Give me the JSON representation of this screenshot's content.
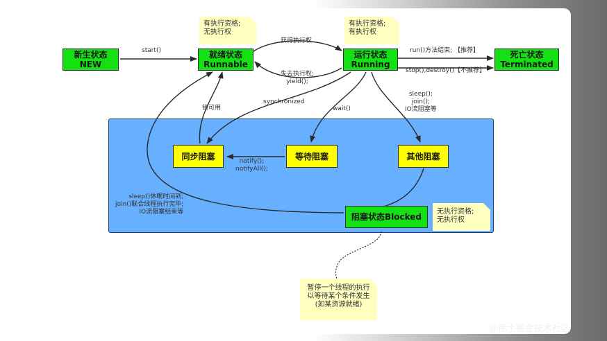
{
  "states": {
    "new": {
      "line1": "新生状态",
      "line2": "NEW"
    },
    "runnable": {
      "line1": "就绪状态",
      "line2": "Runnable"
    },
    "running": {
      "line1": "运行状态",
      "line2": "Running"
    },
    "terminated": {
      "line1": "死亡状态",
      "line2": "Terminated"
    },
    "sync_blocked": {
      "label": "同步阻塞"
    },
    "wait_blocked": {
      "label": "等待阻塞"
    },
    "other_blocked": {
      "label": "其他阻塞"
    },
    "blocked": {
      "label": "阻塞状态Blocked"
    }
  },
  "notes": {
    "runnable": [
      "有执行资格;",
      "无执行权"
    ],
    "running": [
      "有执行资格;",
      "有执行权"
    ],
    "blocked": [
      "无执行资格;",
      "无执行权"
    ],
    "pause": [
      "暂停一个线程的执行",
      "以等待某个条件发生",
      "(如某资源就绪)"
    ]
  },
  "transitions": {
    "start": "start()",
    "get_exec": "获得执行权",
    "lose_exec": [
      "失去执行权;",
      "yield();"
    ],
    "run_end": "run()方法结束; 【推荐】",
    "stop": "stop(),destroy()【不推荐】",
    "synchronized": "synchronized",
    "wait": "wait()",
    "sleep_join": [
      "sleep();",
      "join();",
      "IO流阻塞等"
    ],
    "lock": "锁可用",
    "notify": [
      "notify();",
      "notifyAll();"
    ],
    "sleep_end": [
      "sleep()休眠时间到;",
      "join()联合线程执行完毕;",
      "IO流阻塞结束等"
    ]
  },
  "watermark": "@稀土掘金技术社区",
  "colors": {
    "green": "#14e014",
    "yellow": "#ffff00",
    "blocked_bg": "#66b0ff",
    "note": "#ffffc0"
  }
}
